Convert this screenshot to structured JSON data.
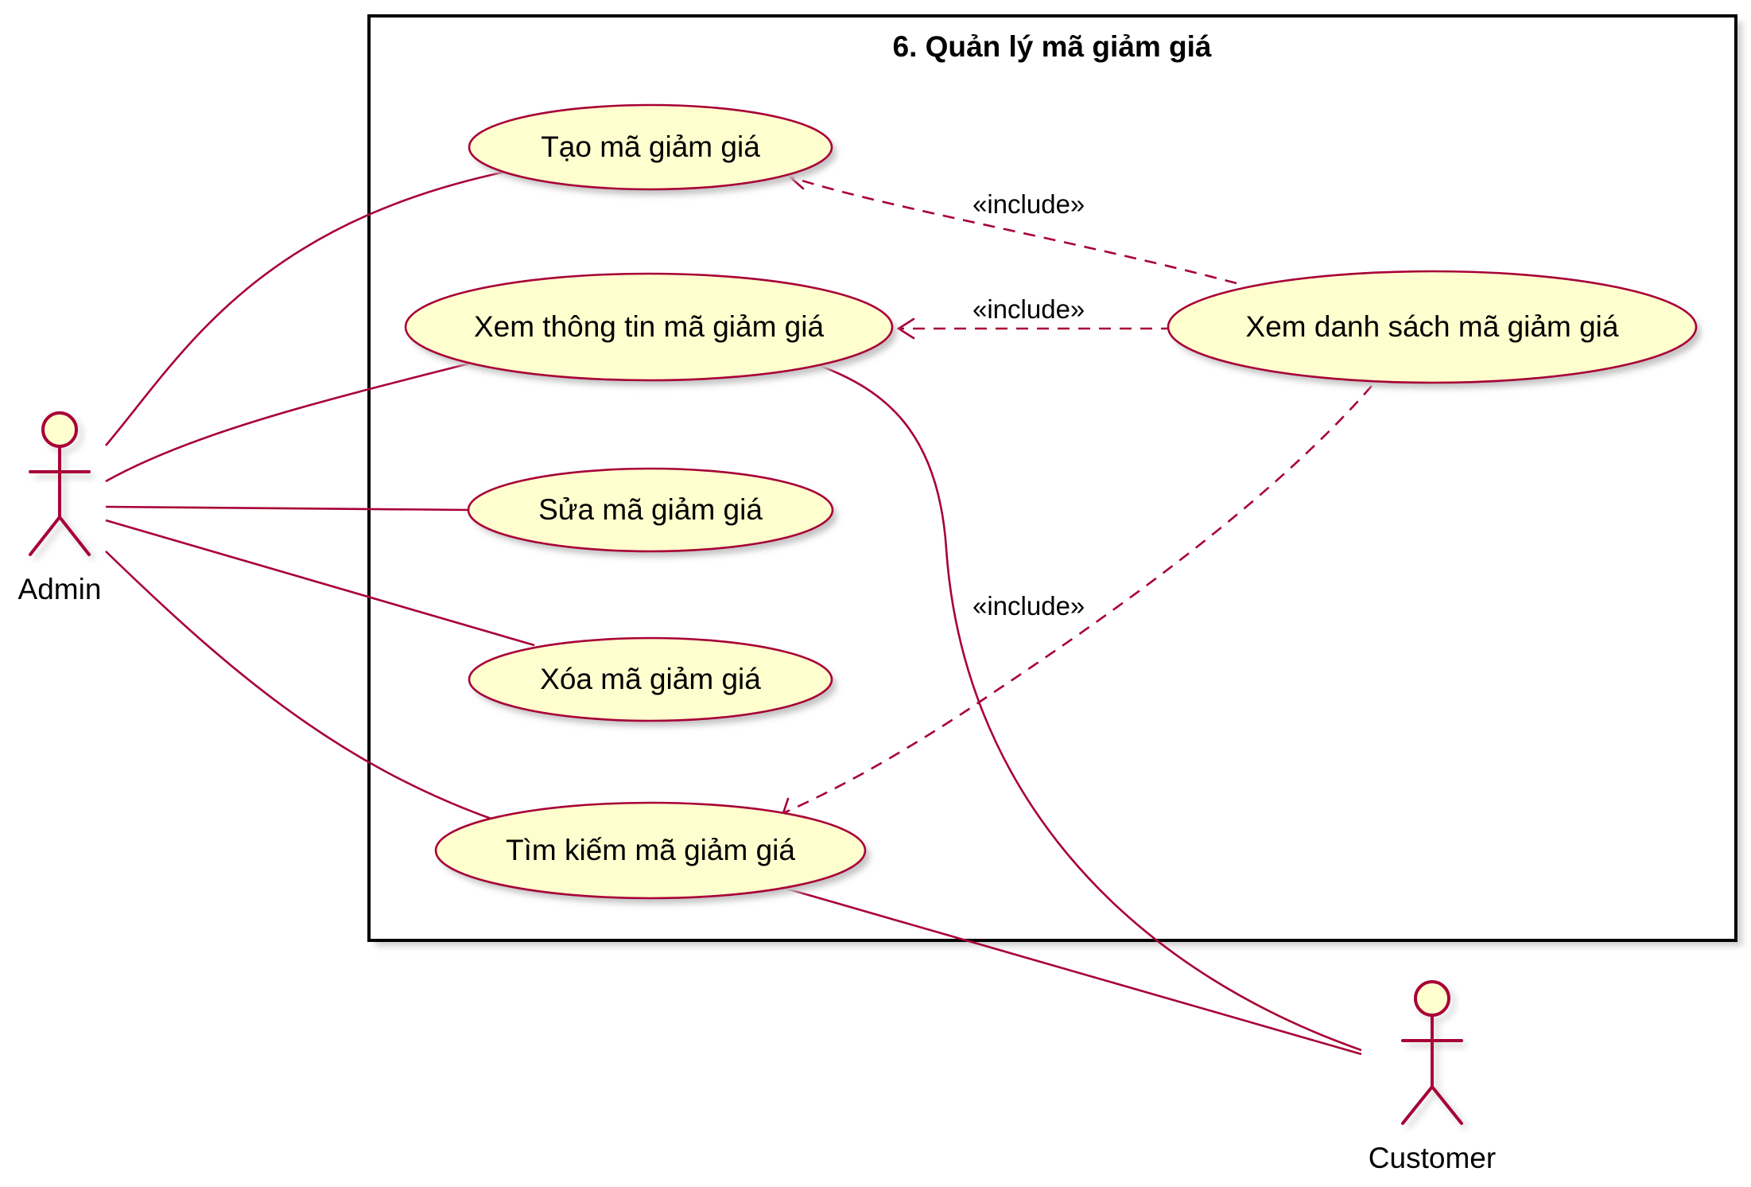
{
  "system": {
    "title": "6. Quản lý mã giảm giá"
  },
  "actors": {
    "admin": {
      "name": "Admin"
    },
    "customer": {
      "name": "Customer"
    }
  },
  "use_cases": {
    "create": "Tạo mã giảm giá",
    "view_detail": "Xem thông tin mã giảm giá",
    "edit": "Sửa mã giảm giá",
    "delete": "Xóa mã giảm giá",
    "search": "Tìm kiếm mã giảm giá",
    "view_list": "Xem danh sách mã giảm giá"
  },
  "relations": {
    "include_create": "«include»",
    "include_view_detail": "«include»",
    "include_search": "«include»"
  },
  "colors": {
    "use_case_fill": "#FEFECE",
    "line": "#A80036",
    "boundary": "#000000"
  }
}
